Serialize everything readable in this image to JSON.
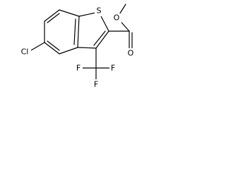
{
  "atoms": {
    "sulfur": "S",
    "chlorine": "Cl",
    "carbonyl_oxygen": "O",
    "ester_oxygen": "O",
    "fluorine_1": "F",
    "fluorine_2": "F",
    "fluorine_3": "F"
  },
  "colors": {
    "bond": "#000000",
    "label": "#000000",
    "background": "#ffffff"
  }
}
